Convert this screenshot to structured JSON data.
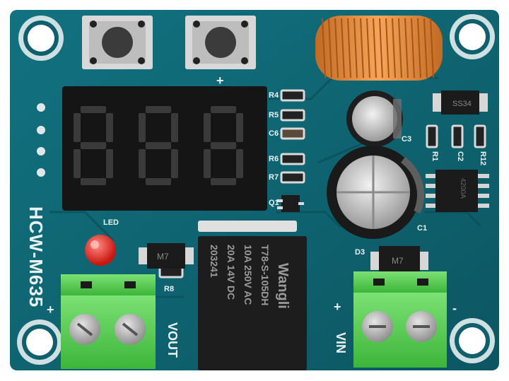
{
  "board": {
    "model": "HCW-M635",
    "silkscreen": {
      "r4": "R4",
      "r5": "R5",
      "c6": "C6",
      "r6": "R6",
      "r7": "R7",
      "q1": "Q1",
      "c3": "C3",
      "r1": "R1",
      "c2": "C2",
      "r12": "R12",
      "c1": "C1",
      "d3": "D3",
      "r8": "R8",
      "led": "LED",
      "vout": "VOUT",
      "vin": "VIN",
      "plus_top": "+",
      "plus_left": "+",
      "plus_vin": "+",
      "minus_vin": "-"
    },
    "display": {
      "digits": [
        "8",
        "8",
        "8"
      ]
    },
    "relay": {
      "brand": "Wangli",
      "model": "T78-S-105DH",
      "rating1": "10A 250V AC",
      "rating2": "20A 14V DC",
      "code": "203241"
    },
    "diodes": {
      "d_left": "M7",
      "d_right": "M7",
      "d_top": "SS34"
    },
    "chip_label": "4200A",
    "colors": {
      "pcb": "#0f5f6c",
      "pcb_dark": "#0b4a55",
      "copper_coil": "#e08a3a",
      "terminal_green": "#5dd15a",
      "display_black": "#151515",
      "segment_off": "#3a3a3a",
      "led_red": "#e5221b"
    }
  }
}
